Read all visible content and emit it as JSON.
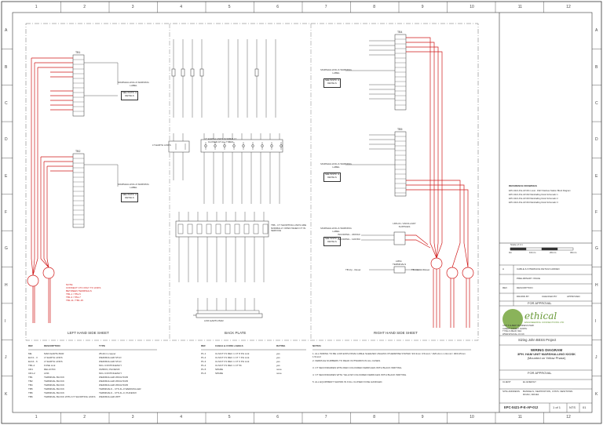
{
  "zones": {
    "cols": [
      "1",
      "2",
      "3",
      "4",
      "5",
      "6",
      "7",
      "8",
      "9",
      "10",
      "11",
      "12"
    ],
    "rows": [
      "A",
      "B",
      "C",
      "D",
      "E",
      "F",
      "G",
      "H",
      "I",
      "J",
      "K"
    ]
  },
  "sections": {
    "left": "LEFT HAND SIDE SHEET",
    "back": "BACK PLATE",
    "right": "RIGHT HAND SIDE SHEET"
  },
  "terminals": {
    "tb1": "TB1",
    "tb2": "TB2",
    "tb4": "TB4",
    "tb5": "TB5"
  },
  "marshalling": {
    "label": "MARSHALLING & WARNING LABEL",
    "pill": "SEE INSTR. & DETAILS"
  },
  "earth": {
    "label": "LT EARTH LINKS",
    "link_note": "LT EARTH LINKS NORMALLY CLOSED AT ALL TIMES",
    "bar": "LINK EARTH BAR"
  },
  "notes_red": [
    "NOTE:",
    "CONNECT CT4 ONLY TO LINKS",
    "BETWEEN TERMINALS",
    "TB1-1 / TB1-5",
    "TB1-3 / TB1-7",
    "TB1-11 / TB1-15"
  ],
  "back_note": "TB6 - CT SHORTING LINKS ARE NORMALLY OPEN WHEN CT IN SERVICE",
  "supplies": {
    "label": "LMS-01 / ANCILLARY SUPPLIES",
    "lines": [
      "INCOMING - 230VAC",
      "INCOMING - 110VDC"
    ],
    "tb": "LMS1",
    "tb_sub": "TERMINALS",
    "trip": "TB trip - Reset",
    "trip2": "TB-Alarm - Reset"
  },
  "legend_left": {
    "headers": [
      "REF",
      "DESCRIPTION",
      "TYPE"
    ],
    "rows": [
      [
        "ME",
        "MAIN EARTH BAR",
        "25x3mm copper"
      ],
      [
        "ELK1 - 3",
        "LT EARTH LINKS",
        "WEIDMULLER STLD"
      ],
      [
        "ELK4 - 6",
        "LT EARTH LINKS",
        "WEIDMULLER STLD"
      ],
      [
        "TB1-4",
        "FUSE Link",
        "MCL CONTINGENCY"
      ],
      [
        "CR1",
        "RELAY/DC",
        "OMRON, PHOENIX"
      ],
      [
        "CR1-2",
        "LINK",
        "MCL CONTINGENCY"
      ],
      [
        "TB1",
        "TERMINAL BLOCK",
        "WEIDMULLER WDU2.5/ZR"
      ],
      [
        "TB2",
        "TERMINAL BLOCK",
        "WEIDMULLER WDU2.5/ZR"
      ],
      [
        "TB4",
        "TERMINAL BLOCK",
        "WEIDMULLER WDU2.5/ZR"
      ],
      [
        "TB5",
        "TERMINAL BLOCK",
        "TERMINALS - CTS 4L-0 WEIDMULLER"
      ],
      [
        "TB6",
        "TERMINAL BLOCK",
        "TERMINALS - CTS 4L-0, PHOENIX"
      ],
      [
        "TB6",
        "TERMINAL BLOCK WITH CT SHORTING LINKS",
        "WEIDMULLER WPT"
      ]
    ]
  },
  "legend_mid": {
    "headers": [
      "REF",
      "CABLE & CORE LABELS",
      "RATING"
    ],
    "rows": [
      [
        "P1-1",
        "CLS/CT P1 REC 1 CT 8 PH Link",
        "yes"
      ],
      [
        "P1-2",
        "CLS/CT P1 REC 1 CT 7 PH Link",
        "yes"
      ],
      [
        "P1-3",
        "CLS/CT P1 REC 1 CT 6 PH Link",
        "yes"
      ],
      [
        "P1-4",
        "CLS/CT P1 REC 1 CT 5b",
        "yes"
      ],
      [
        "P1-5",
        "SPARE",
        "none"
      ],
      [
        "P1-6",
        "SPARE",
        "none"
      ]
    ]
  },
  "notes": {
    "heading": "NOTES:",
    "items": [
      "1.  ALL WIRING TO BE LOW EXPLOSIVE CABLE SLEEVED UNLESS OTHERWISE STATED: 9/0.3mm 0.5mm2 / 16/0.2mm 1.0mm2 / 30/0.25mm 1.5mm2",
      "2.  FERRULE NUMBERS TO READ OUTWARDS IN ALL CASES.",
      "3.  CT SECONDARIES WITH RED COLOURED FERRULES WITH BLACK WRITING.",
      "4.  VT SECONDARIES WITH YELLOW COLOURED FERRULES WITH BLACK WRITING.",
      "5.  ALL EQUIPMENT SHOWN IN FULL CLOSED FUSE HANDLED."
    ]
  },
  "reference": {
    "title": "REFERENCE DRAWINGS",
    "rows": [
      "EPC-0421-P-E-AP-001  Local - 33kV Sitelines Station Block Diagram",
      "EPC-0421-P-E-AP-002  Marshalling Kiosk Schematic 1",
      "EPC-0421-P-E-AP-003  Marshalling Kiosk Schematic 2",
      "EPC-0421-P-E-AP-004  Marshalling Kiosk Schematic 3"
    ]
  },
  "revisions": {
    "scale_label": "Scale of 1:1",
    "ticks": [
      "0m",
      "10mm",
      "20mm",
      "30mm"
    ],
    "rows": [
      [
        "A",
        "CABLE & INTERFACE DETAILS ADDED",
        "",
        ""
      ],
      [
        "",
        "PRELIMINARY ISSUE",
        "",
        ""
      ],
      [
        "REV",
        "DESCRIPTION",
        "",
        ""
      ],
      [
        "",
        "DRAWN BY",
        "CHECKED BY",
        "APPROVED"
      ]
    ],
    "status": "FOR APPROVAL"
  },
  "company": {
    "name": "ethical",
    "sub": "ENGINEERING CONNECTIONS LTD",
    "address": [
      "UNIT 5 ALBERT BUSINESS PARK",
      "ALBERT STREET, NORTH",
      "TYNE & WEAR, NE1",
      "WWW.ETHICAL.CO.UK"
    ]
  },
  "project": {
    "name": "Sizing John BESS Project",
    "title_lines": [
      "WIRING DIAGRAM",
      "3PH. HAM UNIT MARSHALLING KIOSK",
      "(Mounted on Yellow Phase)"
    ],
    "client_label": "CLIENT",
    "client": "EL ENERGY",
    "site_label": "SITE ADDRESS",
    "site": "BANNELS, NEWSTATION, 3 PRS. NEWTOWN ROAD, NRUE1",
    "drg_no": "EPC-0421-P-E-AP-012",
    "sheet": "1 of 1",
    "size": "NTS",
    "rev": "01"
  }
}
